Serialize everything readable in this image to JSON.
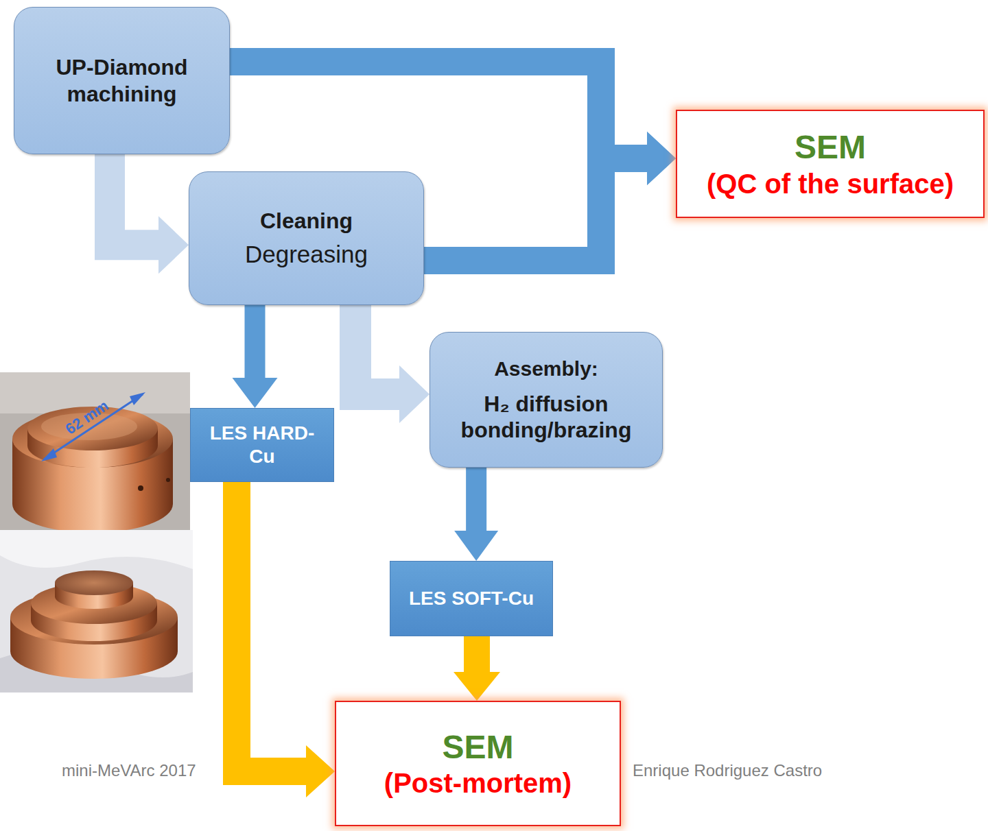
{
  "diagram": {
    "nodes": [
      {
        "text": [
          "UP-Diamond machining"
        ]
      },
      {
        "text": [
          "Cleaning",
          "Degreasing"
        ]
      },
      {
        "text": [
          "SEM",
          "(QC of the surface)"
        ]
      },
      {
        "text": [
          "LES HARD-Cu"
        ]
      },
      {
        "text": [
          "Assembly:",
          "H₂ diffusion bonding/brazing"
        ]
      },
      {
        "text": [
          "LES SOFT-Cu"
        ]
      },
      {
        "text": [
          "SEM",
          "(Post-mortem)"
        ]
      }
    ],
    "edges": [
      {
        "from": 0,
        "to": 2,
        "arrow": "to"
      },
      {
        "from": 0,
        "to": 1,
        "arrow": "to"
      },
      {
        "from": 1,
        "to": 2,
        "arrow": "to"
      },
      {
        "from": 1,
        "to": 3,
        "arrow": "to"
      },
      {
        "from": 1,
        "to": 4,
        "arrow": "to"
      },
      {
        "from": 4,
        "to": 5,
        "arrow": "to"
      },
      {
        "from": 3,
        "to": 6,
        "arrow": "to"
      },
      {
        "from": 5,
        "to": 6,
        "arrow": "to"
      }
    ],
    "labels": [
      "62 mm",
      "mini-MeVArc 2017",
      "Enrique Rodriguez Castro"
    ]
  }
}
